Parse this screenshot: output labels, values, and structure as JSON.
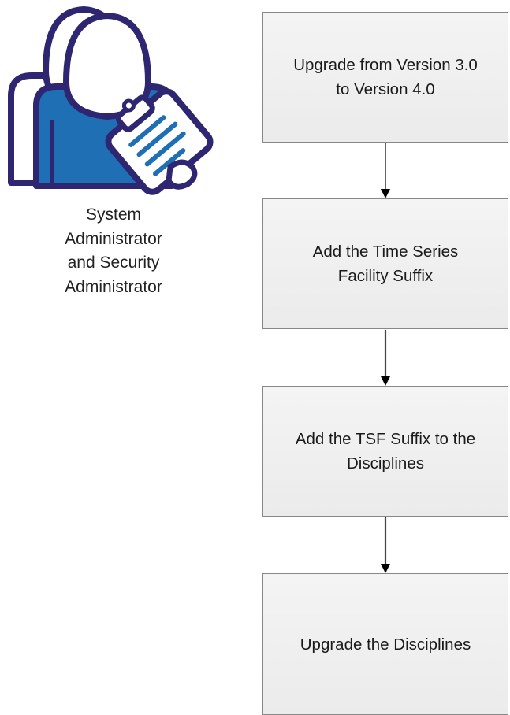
{
  "actor": {
    "icon": "users-clipboard-icon",
    "label": "System\nAdministrator\nand Security\nAdministrator",
    "colors": {
      "outline": "#2e2670",
      "fill": "#1f6fb4",
      "paper": "#ffffff"
    }
  },
  "steps": [
    {
      "label": "Upgrade from Version 3.0\nto Version 4.0"
    },
    {
      "label": "Add the Time Series\nFacility Suffix"
    },
    {
      "label": "Add the TSF Suffix to the\nDisciplines"
    },
    {
      "label": "Upgrade the Disciplines"
    }
  ]
}
